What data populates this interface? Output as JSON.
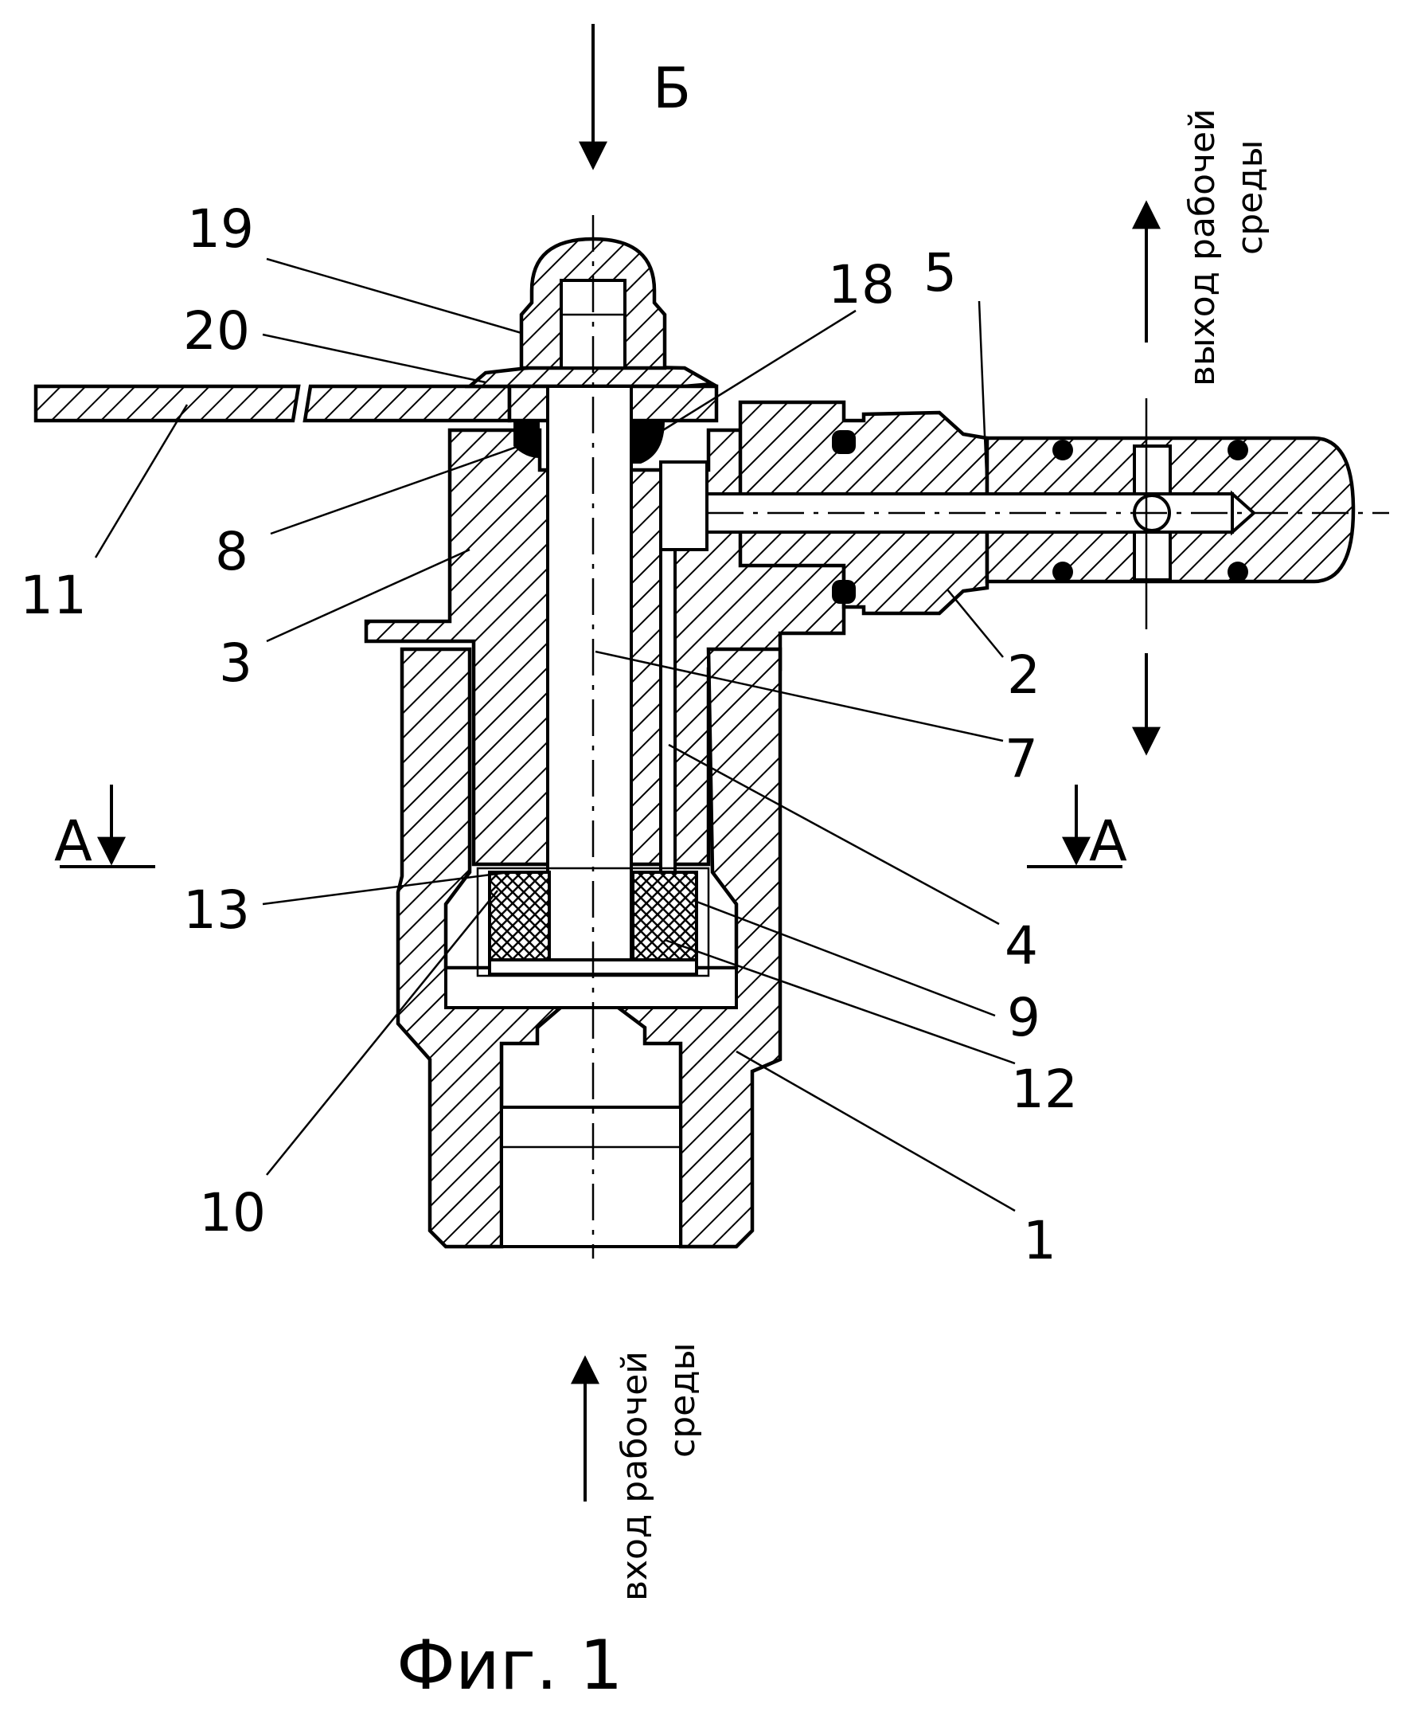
{
  "figure": {
    "caption": "Фиг. 1"
  },
  "view_labels": {
    "view_b": "Б",
    "section_a_left": "А",
    "section_a_right": "А"
  },
  "flow_labels": {
    "outlet_line1": "выход рабочей",
    "outlet_line2": "среды",
    "inlet_line1": "вход рабочей",
    "inlet_line2": "среды"
  },
  "callouts": {
    "n1": "1",
    "n2": "2",
    "n3": "3",
    "n4": "4",
    "n5": "5",
    "n7": "7",
    "n8": "8",
    "n9": "9",
    "n10": "10",
    "n11": "11",
    "n12": "12",
    "n13": "13",
    "n18": "18",
    "n19": "19",
    "n20": "20"
  }
}
